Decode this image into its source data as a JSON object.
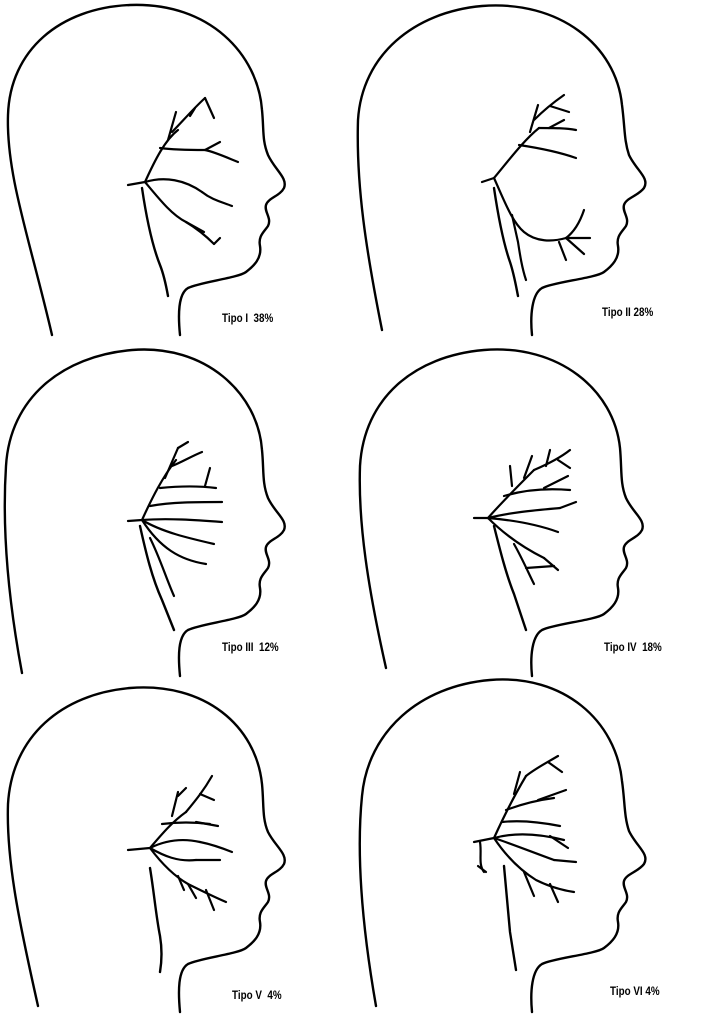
{
  "panels": [
    {
      "label": "Tipo I  38%"
    },
    {
      "label": "Tipo II 28%"
    },
    {
      "label": "Tipo III  12%"
    },
    {
      "label": "Tipo IV  18%"
    },
    {
      "label": "Tipo V  4%"
    },
    {
      "label": "Tipo VI 4%"
    }
  ]
}
